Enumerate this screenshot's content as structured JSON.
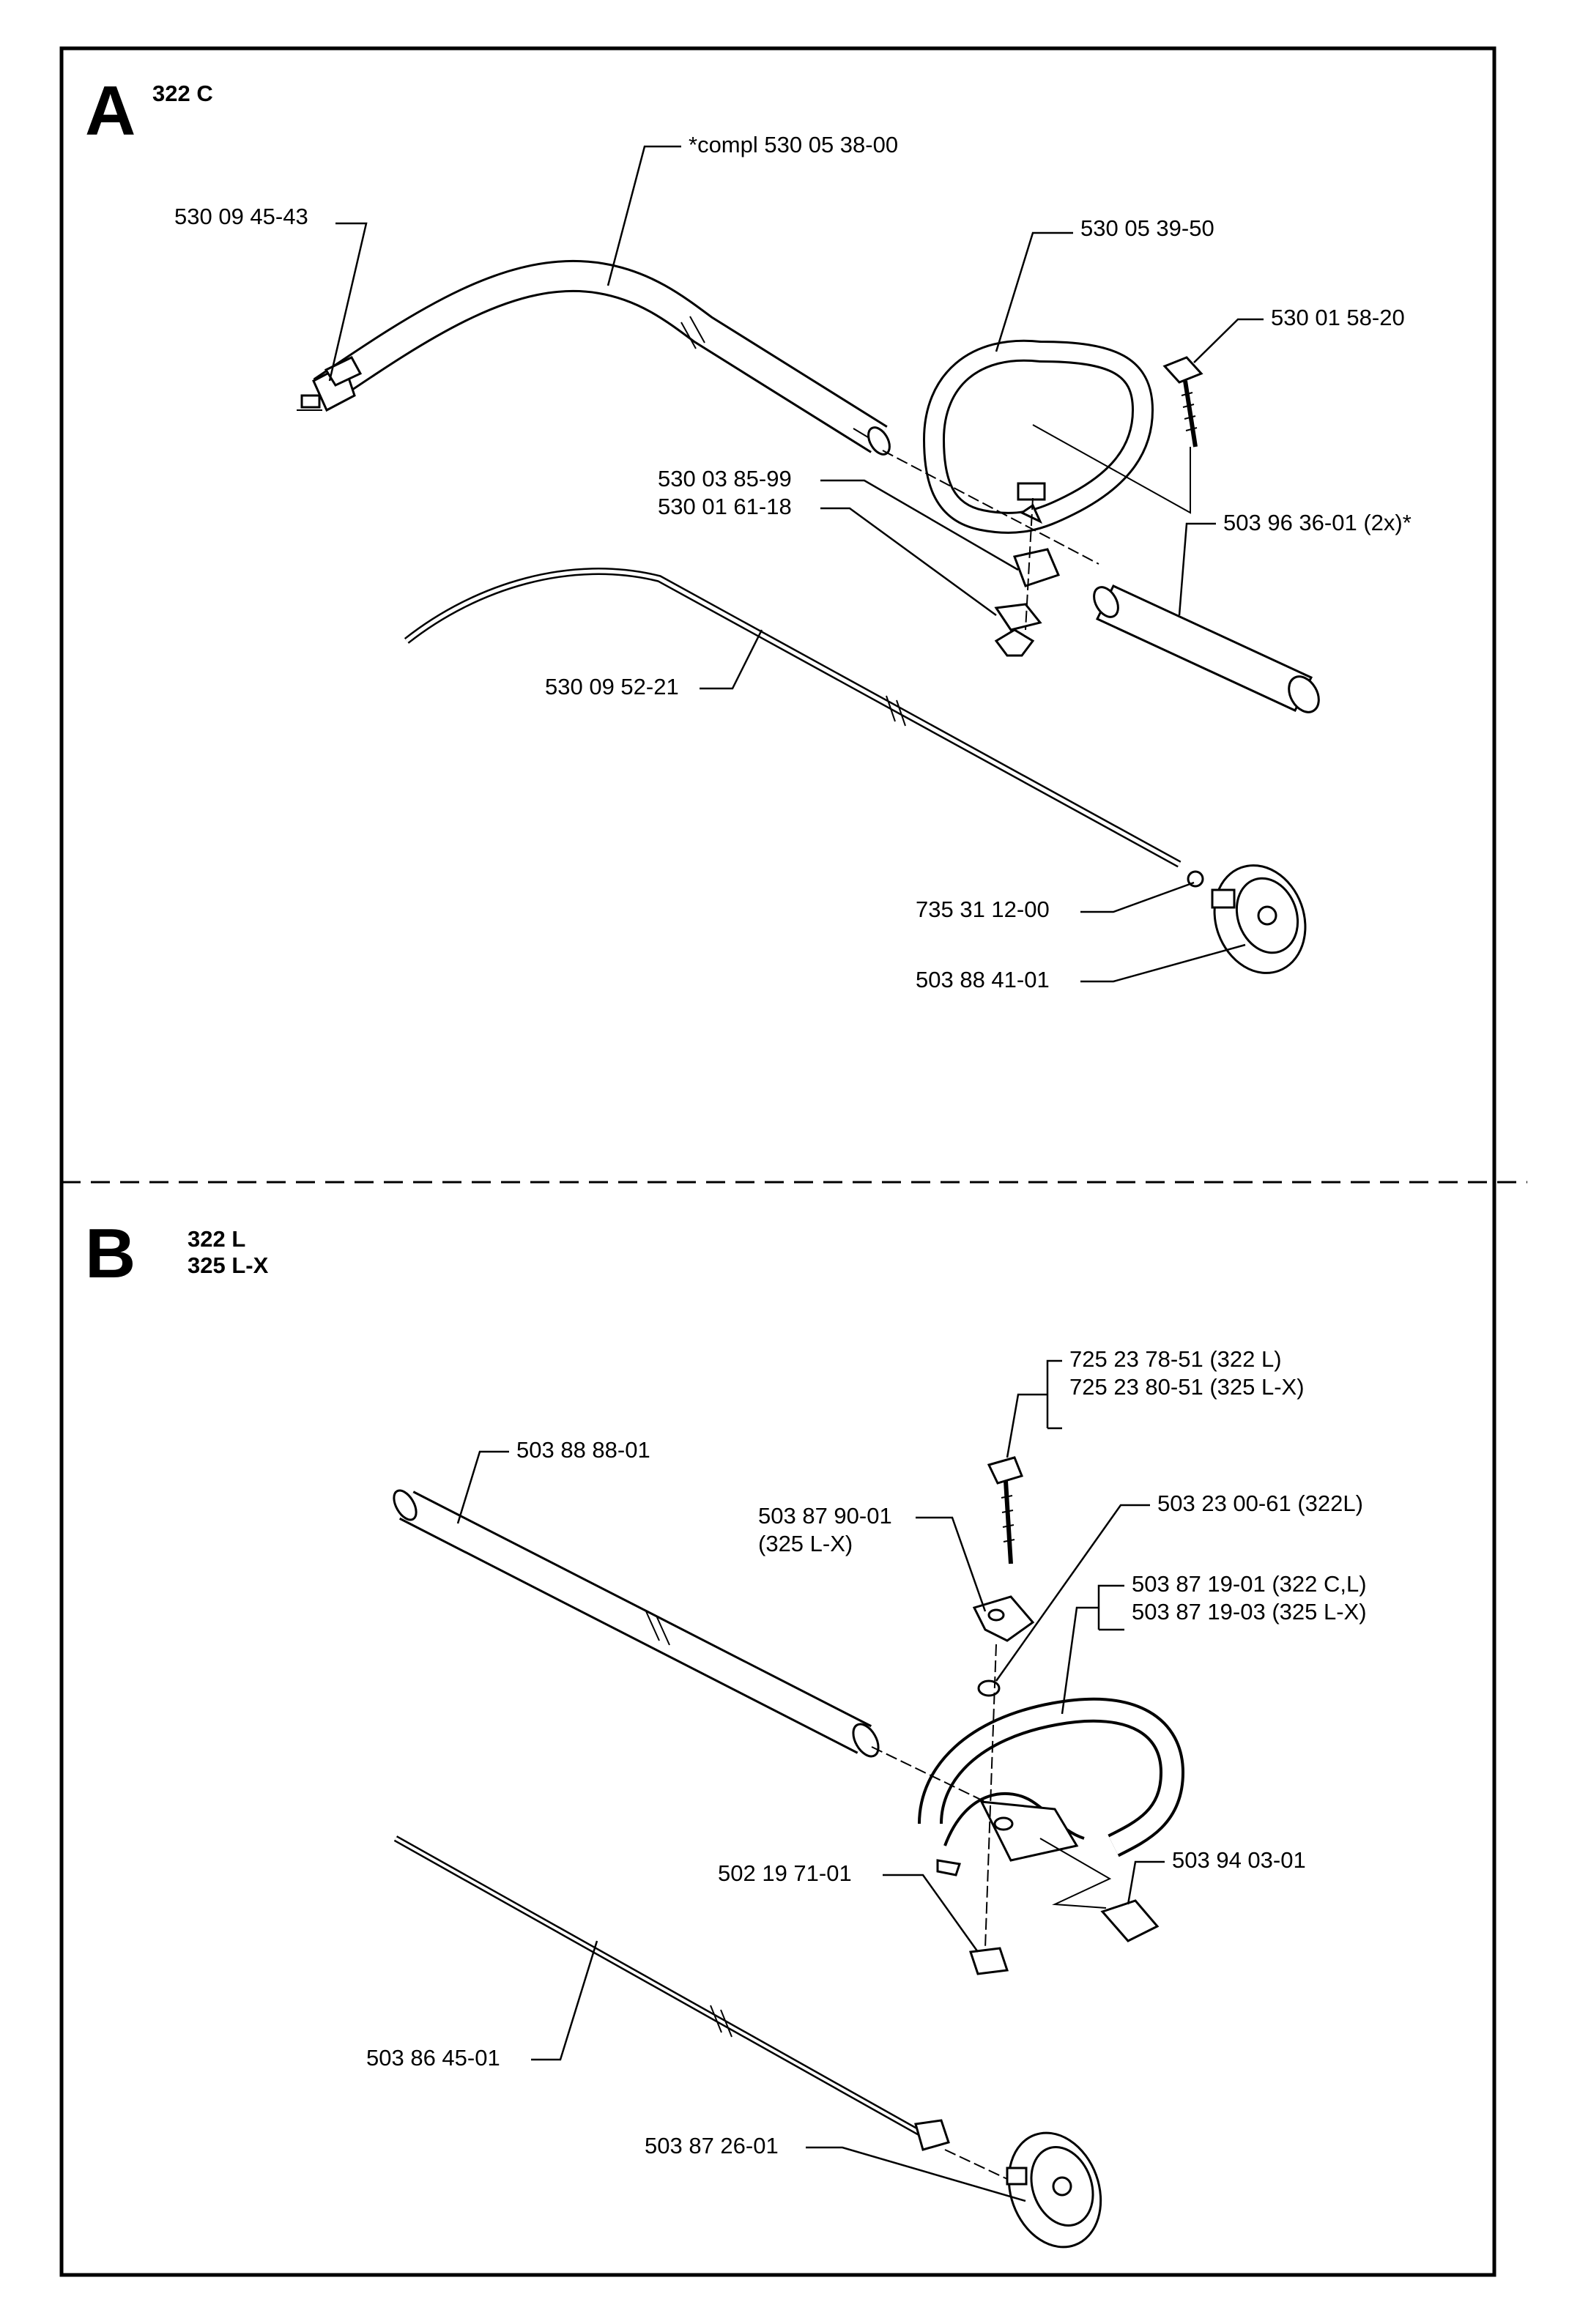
{
  "sections": [
    {
      "letter": "A",
      "models": [
        "322 C"
      ],
      "parts": [
        "*compl 530 05 38-00",
        "530 09 45-43",
        "530 05 39-50",
        "530 01 58-20",
        "530 03 85-99",
        "530 01 61-18",
        "503 96 36-01 (2x)*",
        "530 09 52-21",
        "735 31 12-00",
        "503 88 41-01"
      ]
    },
    {
      "letter": "B",
      "models": [
        "322 L",
        "325 L-X"
      ],
      "parts": [
        "725 23 78-51 (322 L)",
        "725 23 80-51 (325 L-X)",
        "503 88 88-01",
        "503 87 90-01",
        "(325 L-X)",
        "503 23 00-61 (322L)",
        "503 87 19-01 (322 C,L)",
        "503 87 19-03 (325 L-X)",
        "503 94 03-01",
        "502 19 71-01",
        "503 86 45-01",
        "503 87 26-01"
      ]
    }
  ]
}
